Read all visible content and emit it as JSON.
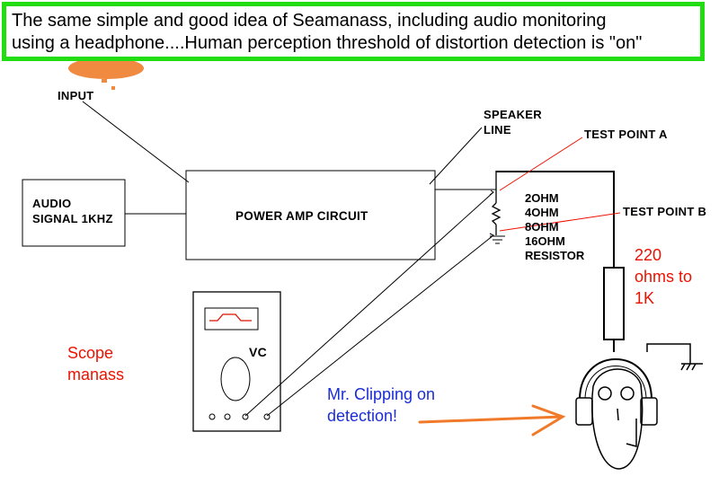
{
  "caption": {
    "line1": "The same simple and good idea of Seamanass, including audio monitoring",
    "line2": "using a headphone....Human perception threshold of distortion detection is \"on\""
  },
  "labels": {
    "input": "INPUT",
    "speaker_line_1": "SPEAKER",
    "speaker_line_2": "LINE",
    "test_point_a": "TEST POINT A",
    "test_point_b": "TEST POINT B",
    "audio_signal_1": "AUDIO",
    "audio_signal_2": "SIGNAL 1KHZ",
    "power_amp": "POWER AMP CIRCUIT",
    "resistor_values": [
      "2OHM",
      "4OHM",
      "8OHM",
      "16OHM",
      "RESISTOR"
    ],
    "headphone_resistor": [
      "220",
      "ohms to",
      "1K"
    ],
    "scope_name": [
      "Scope",
      "manass"
    ],
    "vc": "VC",
    "mr_clipping": [
      "Mr. Clipping on",
      "detection!"
    ]
  },
  "colors": {
    "caption_border": "#22dd11",
    "red_text": "#ee1100",
    "blue_text": "#1a2cd6",
    "arrow_orange": "#f07a2a",
    "lines": "#000000"
  }
}
